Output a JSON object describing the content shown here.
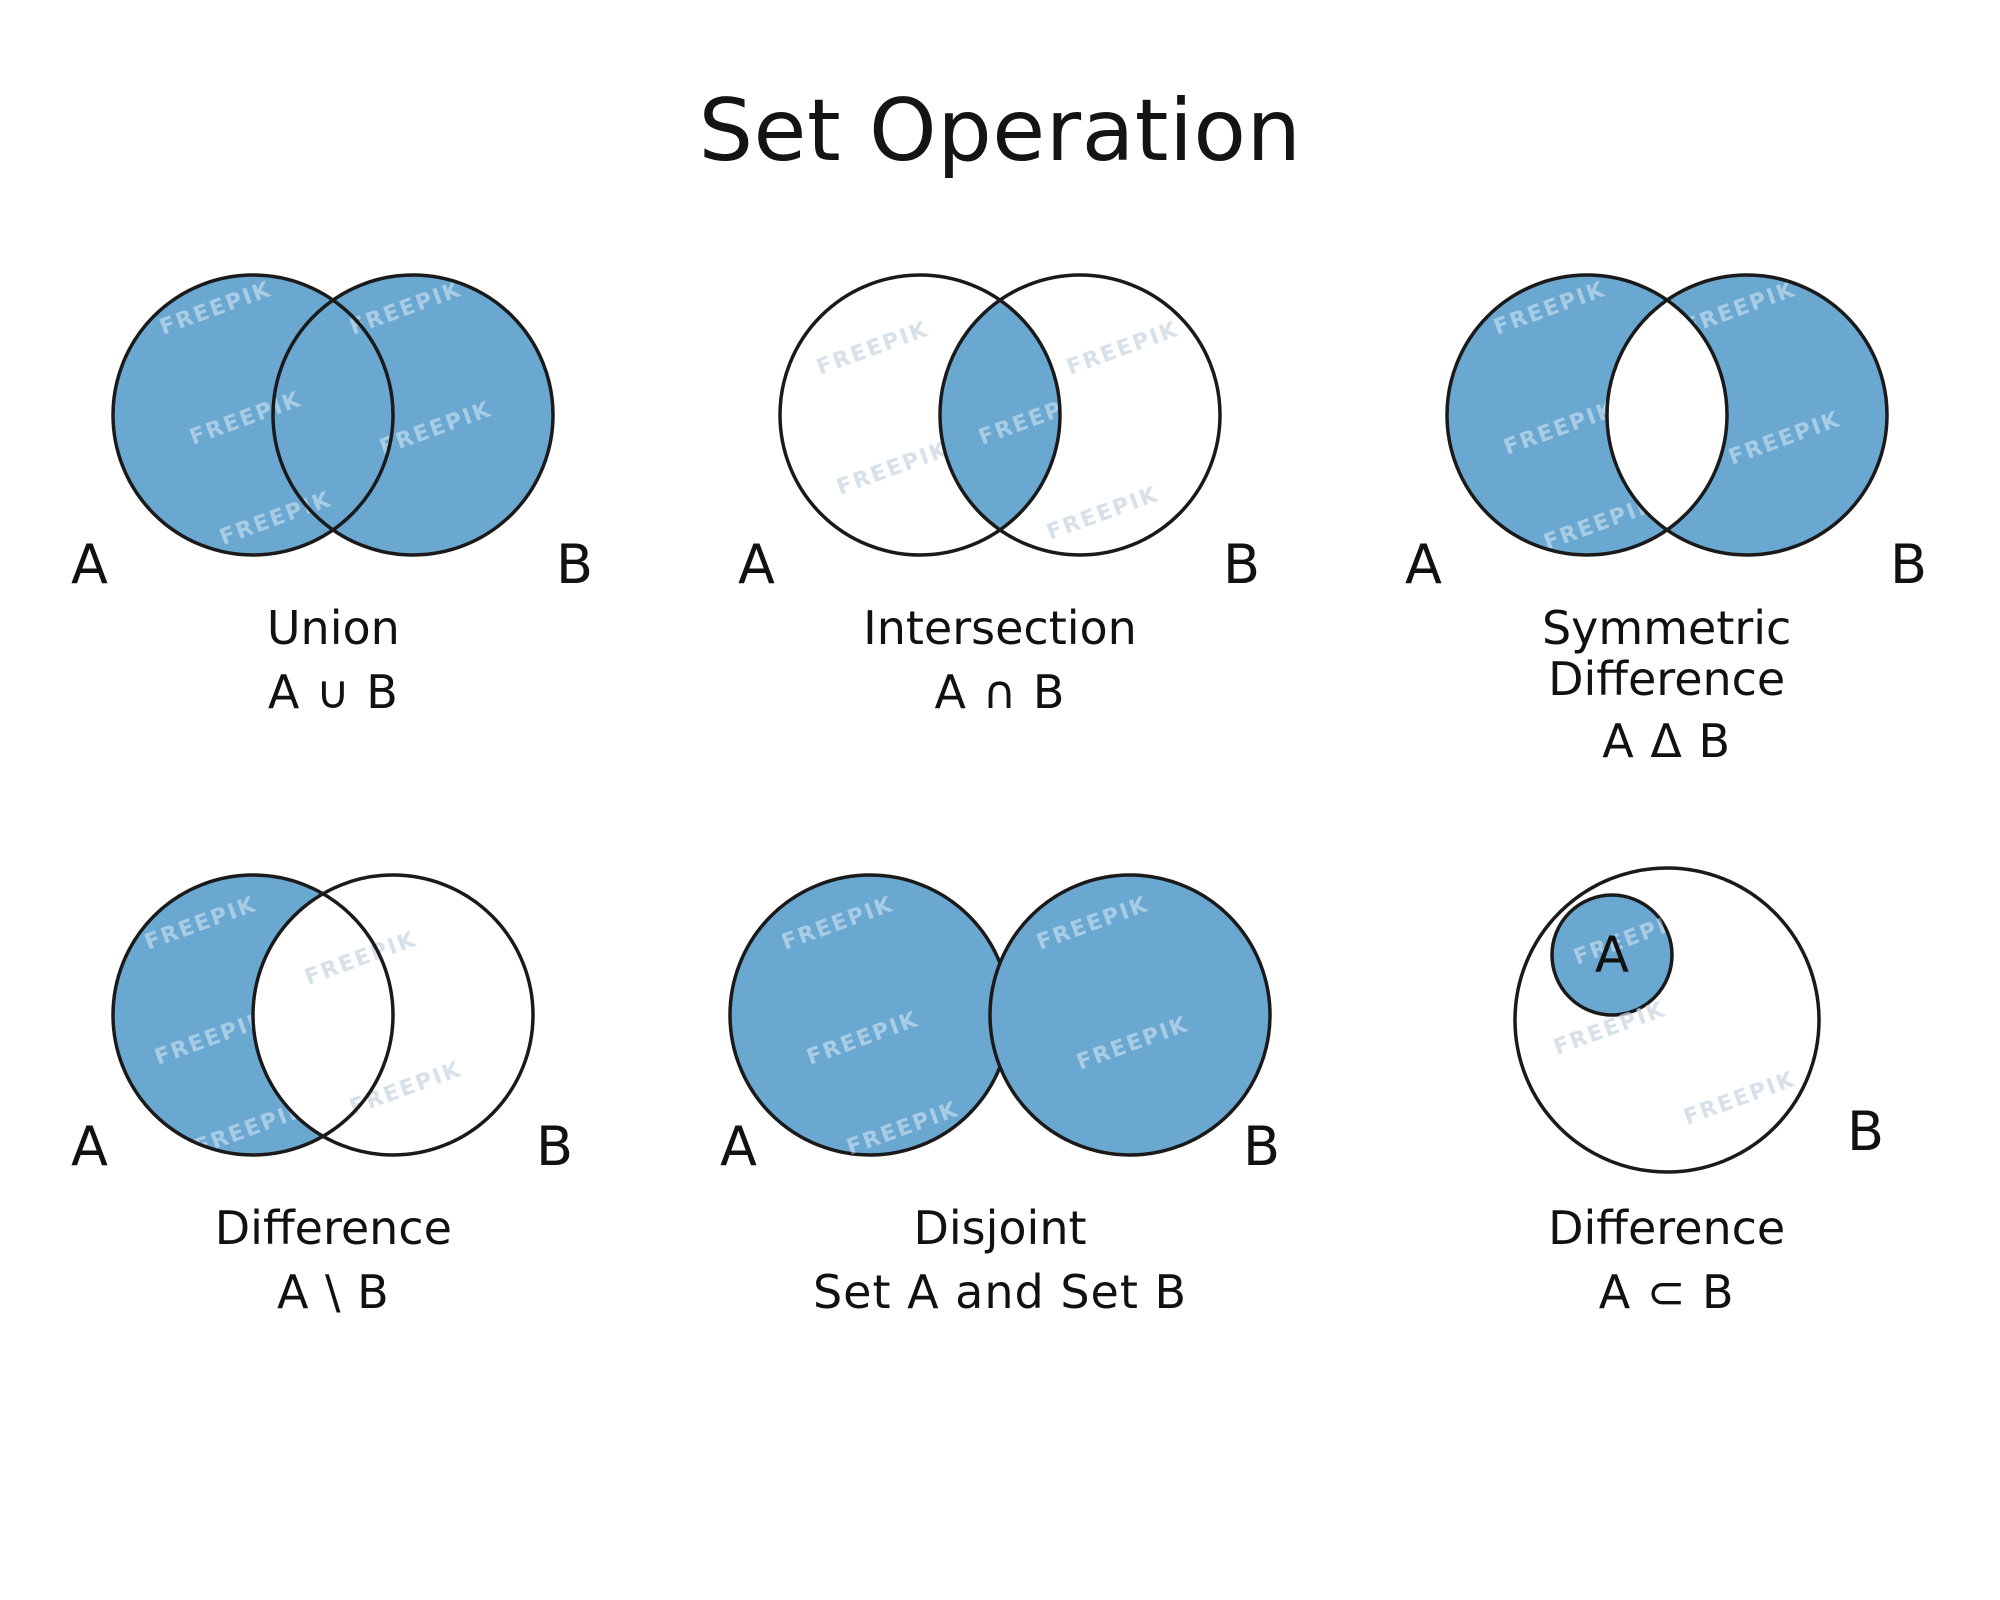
{
  "title": "Set Operation",
  "colors": {
    "fill": "#6AA8D2",
    "stroke": "#1a1a1a",
    "background": "#ffffff",
    "text": "#111111"
  },
  "watermark": {
    "text": "FREEPIK"
  },
  "labels": {
    "a": "A",
    "b": "B"
  },
  "panels": [
    {
      "id": "union",
      "caption": "Union",
      "notation": "A ∪ B",
      "label_a": "A",
      "label_b": "B",
      "shaded": "both-circles"
    },
    {
      "id": "intersection",
      "caption": "Intersection",
      "notation": "A ∩ B",
      "label_a": "A",
      "label_b": "B",
      "shaded": "overlap-only"
    },
    {
      "id": "symmetric-difference",
      "caption_line1": "Symmetric",
      "caption_line2": "Difference",
      "notation": "A Δ B",
      "label_a": "A",
      "label_b": "B",
      "shaded": "both-except-overlap"
    },
    {
      "id": "difference",
      "caption": "Difference",
      "notation": "A \\ B",
      "label_a": "A",
      "label_b": "B",
      "shaded": "a-minus-b"
    },
    {
      "id": "disjoint",
      "caption": "Disjoint",
      "notation": "Set A and Set B",
      "label_a": "A",
      "label_b": "B",
      "shaded": "both-separate"
    },
    {
      "id": "subset-difference",
      "caption": "Difference",
      "notation": "A ⊂ B",
      "label_a": "A",
      "label_b": "B",
      "shaded": "inner-circle-a"
    }
  ]
}
